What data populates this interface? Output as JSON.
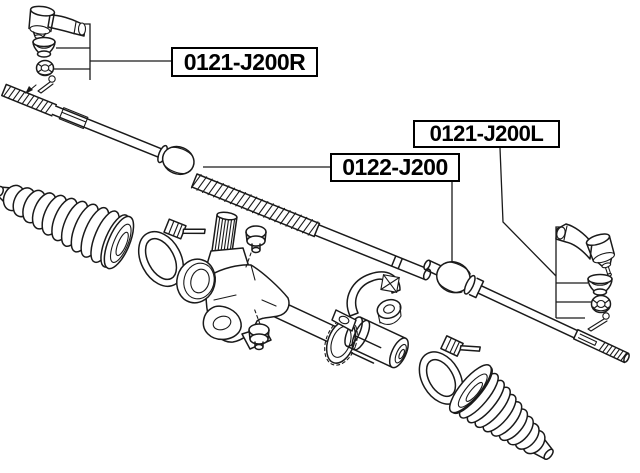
{
  "diagram": {
    "kind": "exploded-parts-line-drawing",
    "subject": "rack and pinion steering assembly with tie rod ends and boots",
    "colors": {
      "background": "#ffffff",
      "line": "#1a1a1a",
      "label_border": "#000000",
      "label_text": "#000000"
    },
    "labels": {
      "tie_rod_end_right": "0121-J200R",
      "tie_rod_end_left": "0121-J200L",
      "axial_rod": "0122-J200"
    },
    "components": [
      "ball-joint-arm",
      "dust-cover",
      "castle-nut",
      "cotter-pin",
      "assembly-arrow",
      "axial-rod-left",
      "steering-boot-left",
      "boot-clamp-left",
      "rack-shaft",
      "pinion-input-shaft",
      "steering-gear-housing",
      "mounting-ear",
      "mounting-bolt-upper",
      "mounting-bolt-lower",
      "rack-tube",
      "mounting-bracket",
      "bracket-nut",
      "mounting-bushing-ring",
      "mounting-bushing",
      "axial-rod-right",
      "boot-clamp-right",
      "steering-boot-right",
      "ball-joint-arm-right",
      "dust-cover-right",
      "castle-nut-right",
      "cotter-pin-right"
    ]
  }
}
